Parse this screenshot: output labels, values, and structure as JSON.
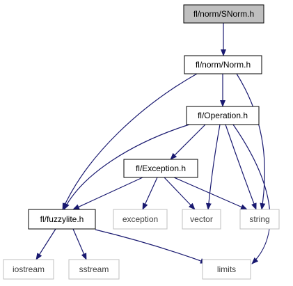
{
  "diagram": {
    "nodes": [
      {
        "id": "snorm",
        "label": "fl/norm/SNorm.h",
        "style": "focus"
      },
      {
        "id": "norm",
        "label": "fl/norm/Norm.h",
        "style": "normal"
      },
      {
        "id": "operation",
        "label": "fl/Operation.h",
        "style": "normal"
      },
      {
        "id": "exception_h",
        "label": "fl/Exception.h",
        "style": "normal"
      },
      {
        "id": "fuzzylite",
        "label": "fl/fuzzylite.h",
        "style": "normal"
      },
      {
        "id": "exception",
        "label": "exception",
        "style": "external"
      },
      {
        "id": "vector",
        "label": "vector",
        "style": "external"
      },
      {
        "id": "string",
        "label": "string",
        "style": "external"
      },
      {
        "id": "iostream",
        "label": "iostream",
        "style": "external"
      },
      {
        "id": "sstream",
        "label": "sstream",
        "style": "external"
      },
      {
        "id": "limits",
        "label": "limits",
        "style": "external"
      }
    ],
    "edges": [
      {
        "from": "snorm",
        "to": "norm"
      },
      {
        "from": "norm",
        "to": "operation"
      },
      {
        "from": "norm",
        "to": "fuzzylite"
      },
      {
        "from": "norm",
        "to": "string"
      },
      {
        "from": "operation",
        "to": "exception_h"
      },
      {
        "from": "operation",
        "to": "fuzzylite"
      },
      {
        "from": "operation",
        "to": "vector"
      },
      {
        "from": "operation",
        "to": "string"
      },
      {
        "from": "operation",
        "to": "limits"
      },
      {
        "from": "exception_h",
        "to": "fuzzylite"
      },
      {
        "from": "exception_h",
        "to": "exception"
      },
      {
        "from": "exception_h",
        "to": "vector"
      },
      {
        "from": "exception_h",
        "to": "string"
      },
      {
        "from": "fuzzylite",
        "to": "iostream"
      },
      {
        "from": "fuzzylite",
        "to": "sstream"
      },
      {
        "from": "fuzzylite",
        "to": "limits"
      }
    ]
  },
  "colors": {
    "edge": "#191970",
    "focus_fill": "#bfbfbf",
    "focus_border": "#000000",
    "normal_border": "#000000",
    "external_border": "#bfbfbf",
    "external_text": "#404040",
    "text": "#000000"
  }
}
